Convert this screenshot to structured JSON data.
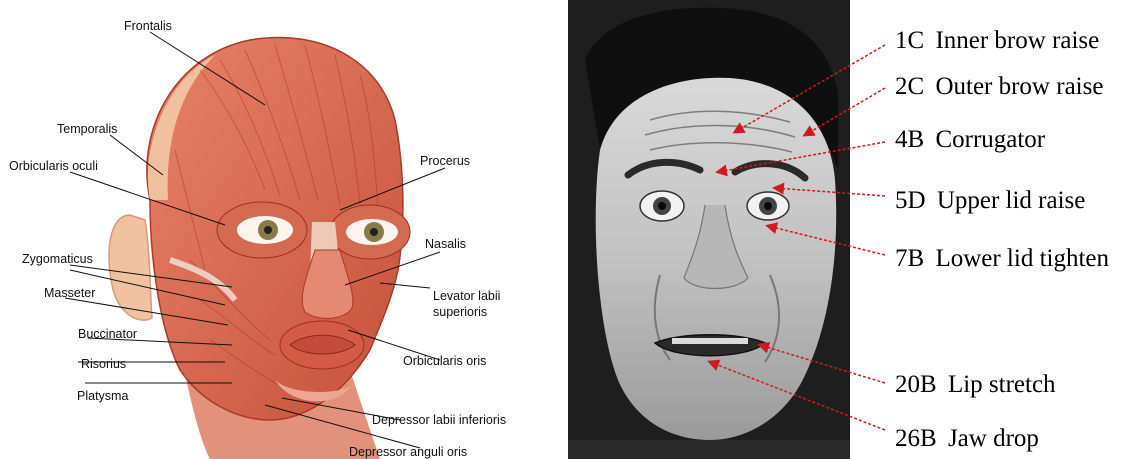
{
  "anatomy": {
    "labels": {
      "frontalis": "Frontalis",
      "temporalis": "Temporalis",
      "orbicularis_oculi": "Orbicularis oculi",
      "procerus": "Procerus",
      "zygomaticus": "Zygomaticus",
      "nasalis": "Nasalis",
      "masseter": "Masseter",
      "levator_line1": "Levator labii",
      "levator_line2": "superioris",
      "buccinator": "Buccinator",
      "risorius": "Risorius",
      "orbicularis_oris": "Orbicularis oris",
      "platysma": "Platysma",
      "depressor_labii": "Depressor labii inferioris",
      "depressor_anguli": "Depressor anguli oris"
    }
  },
  "action_units": [
    {
      "code": "1C",
      "label": "Inner brow raise"
    },
    {
      "code": "2C",
      "label": "Outer brow raise"
    },
    {
      "code": "4B",
      "label": "Corrugator"
    },
    {
      "code": "5D",
      "label": "Upper lid raise"
    },
    {
      "code": "7B",
      "label": "Lower lid tighten"
    },
    {
      "code": "20B",
      "label": "Lip stretch"
    },
    {
      "code": "26B",
      "label": "Jaw drop"
    }
  ],
  "colors": {
    "muscle": "#d8694f",
    "muscle_dark": "#b8432f",
    "skin": "#f3c9a6",
    "arrow": "#d11a1a",
    "photo_bg": "#3a3a3a"
  }
}
